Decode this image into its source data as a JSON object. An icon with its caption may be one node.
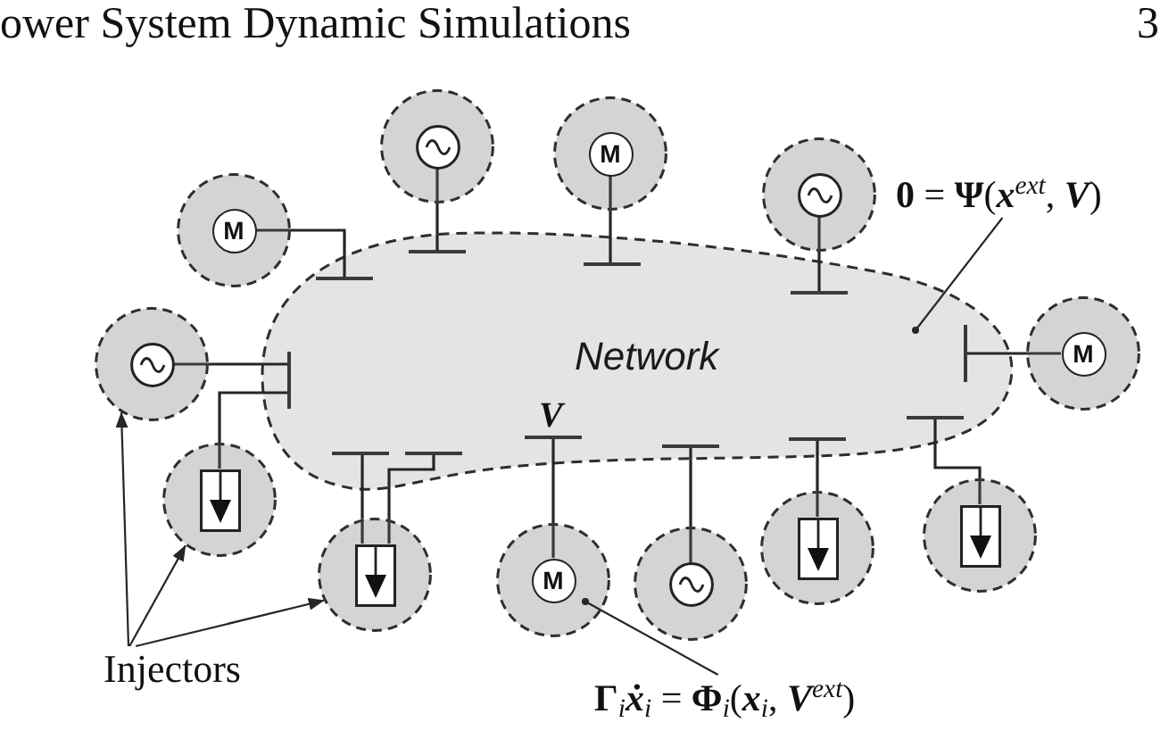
{
  "diagram": {
    "nodes": [
      {
        "text": [
          "Network"
        ]
      },
      {
        "text": [],
        "shape": "bar",
        "in": 0
      },
      {
        "text": [],
        "shape": "bar",
        "in": 0
      },
      {
        "text": [],
        "shape": "bar",
        "in": 0
      },
      {
        "text": [],
        "shape": "bar",
        "in": 0
      },
      {
        "text": [],
        "shape": "bar",
        "in": 0
      },
      {
        "text": [],
        "shape": "bar",
        "in": 0
      },
      {
        "text": [],
        "shape": "bar",
        "in": 0
      },
      {
        "text": [],
        "shape": "bar",
        "in": 0
      },
      {
        "text": [],
        "shape": "bar",
        "in": 0
      },
      {
        "text": [],
        "shape": "bar",
        "in": 0
      },
      {
        "text": [],
        "shape": "bar",
        "in": 0,
        "beside": [
          "V"
        ]
      },
      {
        "text": [],
        "shape": "bar",
        "in": 0
      },
      {
        "text": [],
        "shape": "circle"
      },
      {
        "text": [
          "M"
        ]
      },
      {
        "text": [],
        "shape": "circle"
      },
      {
        "text": [
          "M"
        ]
      },
      {
        "text": [],
        "shape": "circle"
      },
      {
        "text": [
          "M"
        ]
      },
      {
        "text": [],
        "shape": "circle"
      },
      {
        "text": [],
        "shape": "circle"
      },
      {
        "text": [],
        "shape": "circle"
      },
      {
        "text": [],
        "shape": "circle"
      },
      {
        "text": [
          "M"
        ]
      },
      {
        "text": [],
        "shape": "circle"
      },
      {
        "text": [
          "**0** = **Ψ**(*x*$^{ext}$, *V*)"
        ]
      },
      {
        "text": [
          "**Γ**$_{i}$*ẋ*$_{i}$ = **Φ**$_{i}$(*x*$_{i}$, *V*$^{ext}$)"
        ]
      },
      {
        "text": [
          "Injectors"
        ]
      }
    ],
    "edges": [
      {
        "from": 13,
        "to": 1,
        "arrow": "none"
      },
      {
        "from": 14,
        "to": 2,
        "arrow": "none"
      },
      {
        "from": 15,
        "to": 3,
        "arrow": "none"
      },
      {
        "from": 16,
        "to": 4,
        "arrow": "none"
      },
      {
        "from": 17,
        "to": 5,
        "arrow": "none"
      },
      {
        "from": 19,
        "to": 5,
        "arrow": "none"
      },
      {
        "from": 18,
        "to": 6,
        "arrow": "none"
      },
      {
        "from": 20,
        "to": 7,
        "arrow": "none"
      },
      {
        "from": 21,
        "to": 8,
        "arrow": "none"
      },
      {
        "from": 22,
        "to": 9,
        "arrow": "none"
      },
      {
        "from": 22,
        "to": 10,
        "arrow": "none"
      },
      {
        "from": 23,
        "to": 11,
        "arrow": "none"
      },
      {
        "from": 24,
        "to": 12,
        "arrow": "none"
      },
      {
        "from": 25,
        "to": 0,
        "arrow": "other"
      },
      {
        "from": 26,
        "to": 23,
        "arrow": "other"
      },
      {
        "from": 27,
        "to": 17,
        "arrow": "to"
      },
      {
        "from": 27,
        "to": 19,
        "arrow": "to"
      },
      {
        "from": 27,
        "to": 22,
        "arrow": "to"
      }
    ],
    "labels": [
      "ower System Dynamic Simulations",
      "3"
    ]
  }
}
